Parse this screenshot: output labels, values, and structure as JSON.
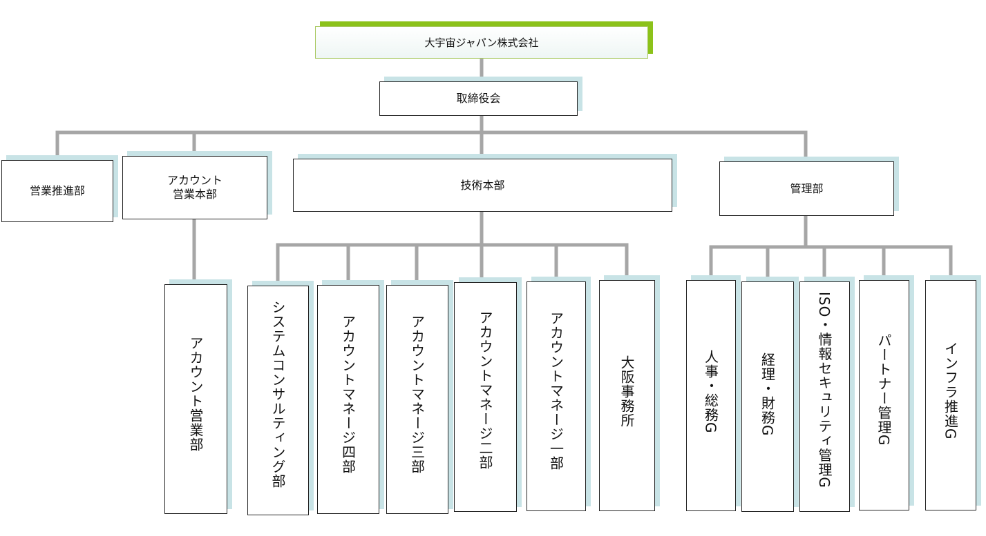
{
  "company": "大宇宙ジャパン株式会社",
  "board": "取締役会",
  "divisions": {
    "sales_promo": "営業推進部",
    "account_sales_hq": "アカウント\n営業本部",
    "tech_hq": "技術本部",
    "admin": "管理部"
  },
  "account_sales_units": [
    "アカウント営業部"
  ],
  "tech_units": [
    "システムコンサルティング部",
    "アカウントマネージ四部",
    "アカウントマネージ三部",
    "アカウントマネージ二部",
    "アカウントマネージ一部",
    "大阪事務所"
  ],
  "admin_units": [
    "人事・総務G",
    "経理・財務G",
    "ISO・情報セキュリティ管理G",
    "パートナー管理G",
    "インフラ推進G"
  ]
}
